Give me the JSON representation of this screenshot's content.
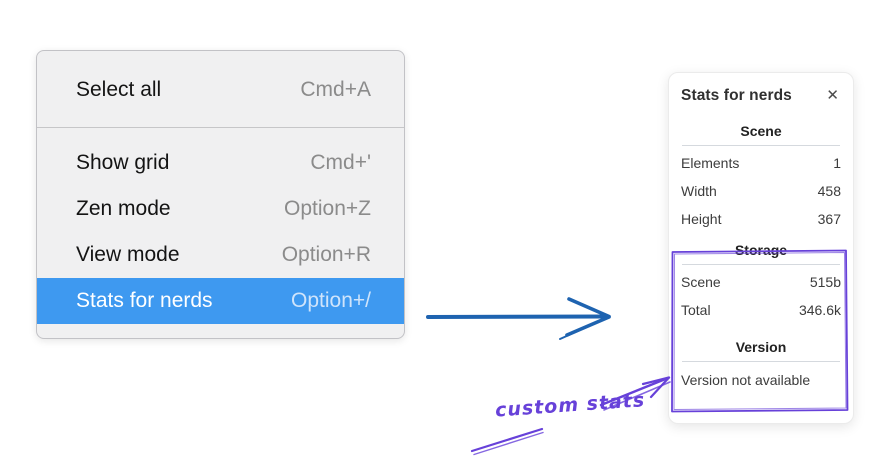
{
  "colors": {
    "menu_highlight": "#3e99f0",
    "arrow_blue": "#1e63b0",
    "annotation_purple": "#6741d9"
  },
  "context_menu": {
    "items": [
      {
        "label": "Select all",
        "shortcut": "Cmd+A"
      },
      {
        "label": "Show grid",
        "shortcut": "Cmd+'"
      },
      {
        "label": "Zen mode",
        "shortcut": "Option+Z"
      },
      {
        "label": "View mode",
        "shortcut": "Option+R"
      },
      {
        "label": "Stats for nerds",
        "shortcut": "Option+/"
      }
    ]
  },
  "stats_panel": {
    "title": "Stats for nerds",
    "close_icon": "✕",
    "scene": {
      "header": "Scene",
      "rows": [
        {
          "label": "Elements",
          "value": "1"
        },
        {
          "label": "Width",
          "value": "458"
        },
        {
          "label": "Height",
          "value": "367"
        }
      ]
    },
    "storage": {
      "header": "Storage",
      "rows": [
        {
          "label": "Scene",
          "value": "515b"
        },
        {
          "label": "Total",
          "value": "346.6k"
        }
      ]
    },
    "version": {
      "header": "Version",
      "note": "Version not available"
    }
  },
  "annotation": {
    "label": "custom stats"
  }
}
